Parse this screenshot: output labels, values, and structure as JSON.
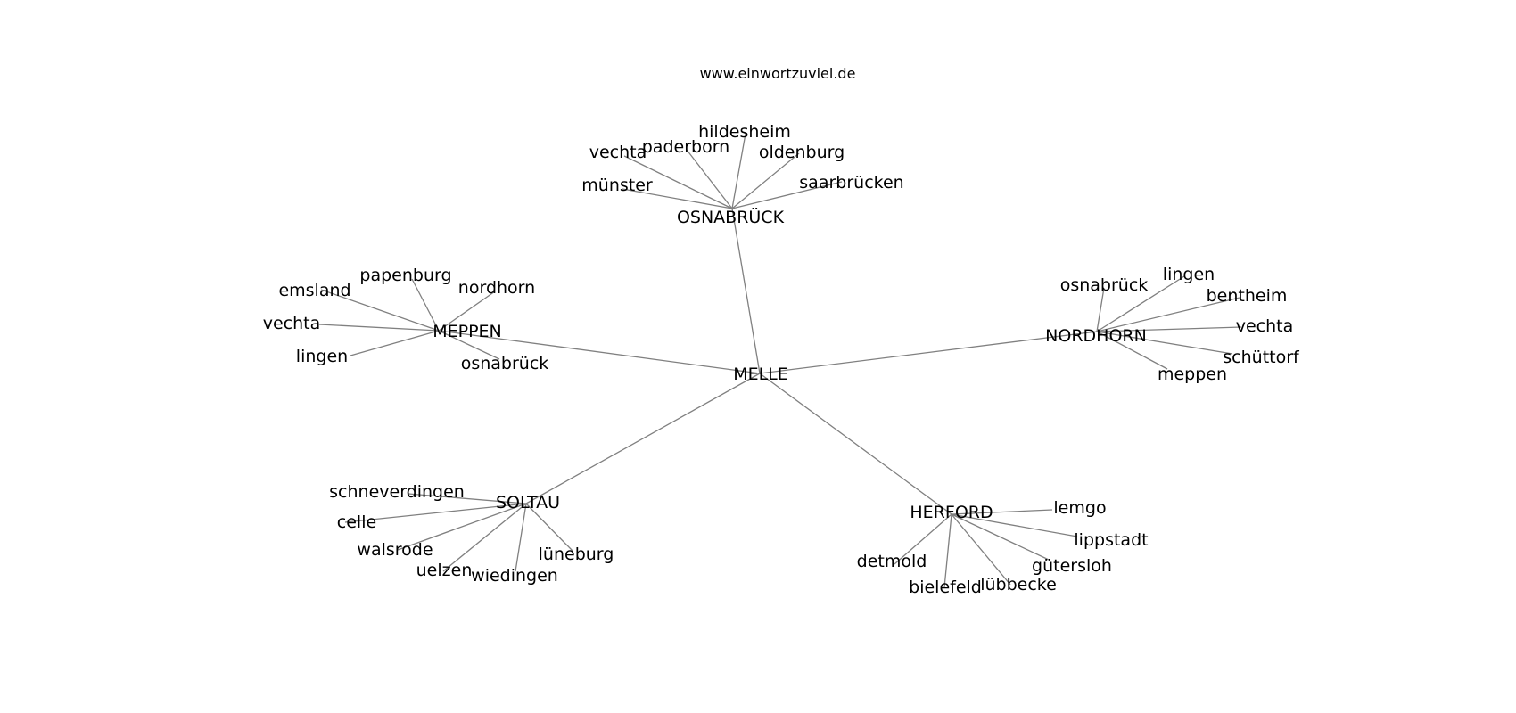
{
  "site_title": "www.einwortzuviel.de",
  "colors": {
    "edge": "#808080",
    "text": "#000000",
    "background": "#ffffff"
  },
  "graph": {
    "center": {
      "id": "melle",
      "label": "MELLE"
    },
    "hubs": [
      {
        "id": "osnabrueck",
        "label": "OSNABRÜCK",
        "leaves": [
          {
            "id": "vechta",
            "label": "vechta"
          },
          {
            "id": "paderborn",
            "label": "paderborn"
          },
          {
            "id": "hildesheim",
            "label": "hildesheim"
          },
          {
            "id": "oldenburg",
            "label": "oldenburg"
          },
          {
            "id": "muenster",
            "label": "münster"
          },
          {
            "id": "saarbruecken",
            "label": "saarbrücken"
          }
        ]
      },
      {
        "id": "meppen",
        "label": "MEPPEN",
        "leaves": [
          {
            "id": "emsland",
            "label": "emsland"
          },
          {
            "id": "papenburg",
            "label": "papenburg"
          },
          {
            "id": "nordhorn",
            "label": "nordhorn"
          },
          {
            "id": "vechta",
            "label": "vechta"
          },
          {
            "id": "lingen",
            "label": "lingen"
          },
          {
            "id": "osnabrueck",
            "label": "osnabrück"
          }
        ]
      },
      {
        "id": "nordhorn",
        "label": "NORDHORN",
        "leaves": [
          {
            "id": "osnabrueck",
            "label": "osnabrück"
          },
          {
            "id": "lingen",
            "label": "lingen"
          },
          {
            "id": "bentheim",
            "label": "bentheim"
          },
          {
            "id": "vechta",
            "label": "vechta"
          },
          {
            "id": "schuettorf",
            "label": "schüttorf"
          },
          {
            "id": "meppen",
            "label": "meppen"
          }
        ]
      },
      {
        "id": "soltau",
        "label": "SOLTAU",
        "leaves": [
          {
            "id": "schneverdingen",
            "label": "schneverdingen"
          },
          {
            "id": "celle",
            "label": "celle"
          },
          {
            "id": "walsrode",
            "label": "walsrode"
          },
          {
            "id": "uelzen",
            "label": "uelzen"
          },
          {
            "id": "wiedingen",
            "label": "wiedingen"
          },
          {
            "id": "lueneburg",
            "label": "lüneburg"
          }
        ]
      },
      {
        "id": "herford",
        "label": "HERFORD",
        "leaves": [
          {
            "id": "lemgo",
            "label": "lemgo"
          },
          {
            "id": "lippstadt",
            "label": "lippstadt"
          },
          {
            "id": "guetersloh",
            "label": "gütersloh"
          },
          {
            "id": "luebbecke",
            "label": "lübbecke"
          },
          {
            "id": "bielefeld",
            "label": "bielefeld"
          },
          {
            "id": "detmold",
            "label": "detmold"
          }
        ]
      }
    ]
  }
}
